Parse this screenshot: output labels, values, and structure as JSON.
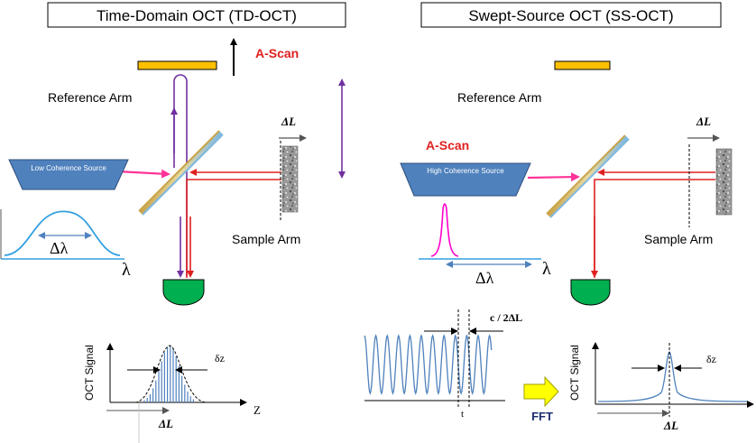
{
  "title_left": "Time-Domain OCT (TD-OCT)",
  "title_right": "Swept-Source OCT (SS-OCT)",
  "td": {
    "ascan": "A-Scan",
    "reference_arm": "Reference Arm",
    "sample_arm": "Sample Arm",
    "source": "Low Coherence Source",
    "delta_lambda": "Δλ",
    "lambda": "λ",
    "delta_L": "ΔL",
    "plot": {
      "ylabel": "OCT Signal",
      "xlabel": "Z",
      "dz": "δz",
      "delta_L": "ΔL"
    }
  },
  "ss": {
    "ascan": "A-Scan",
    "reference_arm": "Reference Arm",
    "sample_arm": "Sample Arm",
    "source": "High Coherence Source",
    "delta_lambda": "Δλ",
    "lambda": "λ",
    "delta_L": "ΔL",
    "signal": {
      "period": "c / 2ΔL",
      "xlabel": "t"
    },
    "fft": "FFT",
    "plot": {
      "ylabel": "OCT Signal",
      "dz": "δz",
      "delta_L": "ΔL"
    }
  },
  "colors": {
    "mirror": "#FFC000",
    "source": "#4F81BD",
    "detector": "#00B050",
    "reference_beam": "#7030A0",
    "sample_beam": "#E02020",
    "source_beam": "#FF3399",
    "ascan_text": "#E02020",
    "spectrum": "#33A0E0",
    "narrow_spectrum": "#FF00CC",
    "fft_arrow": "#FFFF00"
  }
}
